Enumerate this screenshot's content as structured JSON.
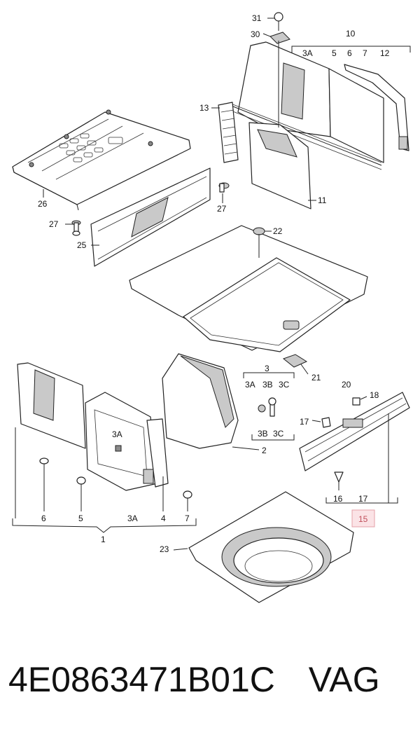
{
  "diagram": {
    "callouts": {
      "c31": "31",
      "c30": "30",
      "c10": "10",
      "c3A_top": "3A",
      "c5_top": "5",
      "c6_top": "6",
      "c7_top": "7",
      "c12": "12",
      "c13": "13",
      "c11": "11",
      "c26": "26",
      "c27a": "27",
      "c27b": "27",
      "c25": "25",
      "c22": "22",
      "c3": "3",
      "c3A_mid": "3A",
      "c3B_a": "3B",
      "c3C_a": "3C",
      "c3B_b": "3B",
      "c3C_b": "3C",
      "c2": "2",
      "c21": "21",
      "c20": "20",
      "c18": "18",
      "c17a": "17",
      "c16": "16",
      "c17b": "17",
      "c15": "15",
      "c3A_left": "3A",
      "c6": "6",
      "c5": "5",
      "c3A_bot": "3A",
      "c4": "4",
      "c7": "7",
      "c1": "1",
      "c23": "23"
    }
  },
  "footer": {
    "part_number": "4E0863471B01C",
    "brand": "VAG"
  }
}
